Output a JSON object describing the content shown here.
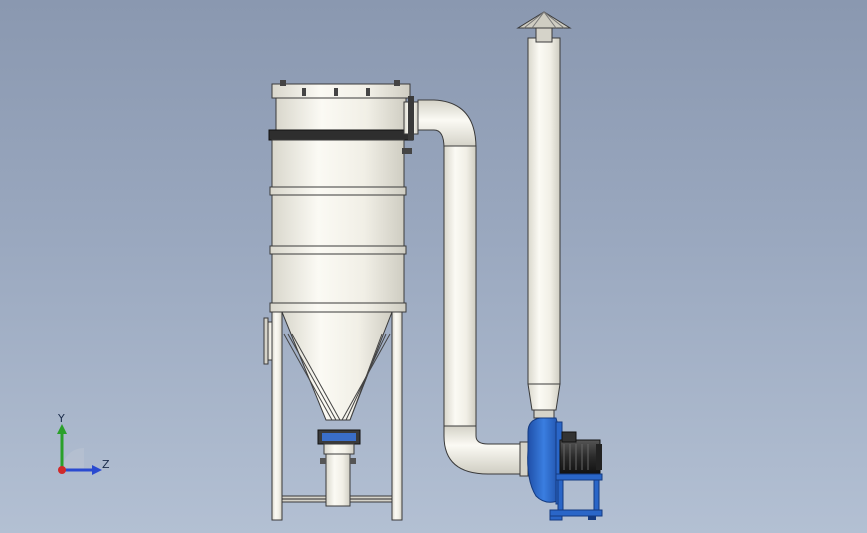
{
  "viewport": {
    "background_top": "#8a98b0",
    "background_bottom": "#b3c0d3"
  },
  "model": {
    "parts": [
      "dust-collector-tank",
      "cone-hopper",
      "support-legs",
      "rotary-valve",
      "inlet-flange",
      "outlet-duct-elbow",
      "vertical-duct",
      "bottom-elbow",
      "centrifugal-fan",
      "electric-motor",
      "fan-base-frame",
      "exhaust-stack",
      "rain-cap"
    ],
    "colors": {
      "body": "#f2f0e8",
      "outline": "#3a3a3a",
      "fan_blue": "#2a66c8",
      "motor_dark": "#2a2a2a"
    }
  },
  "triad": {
    "y_label": "Y",
    "z_label": "Z",
    "y_color": "#2aa02a",
    "z_color": "#2a4ad0",
    "x_color": "#d02a2a"
  }
}
